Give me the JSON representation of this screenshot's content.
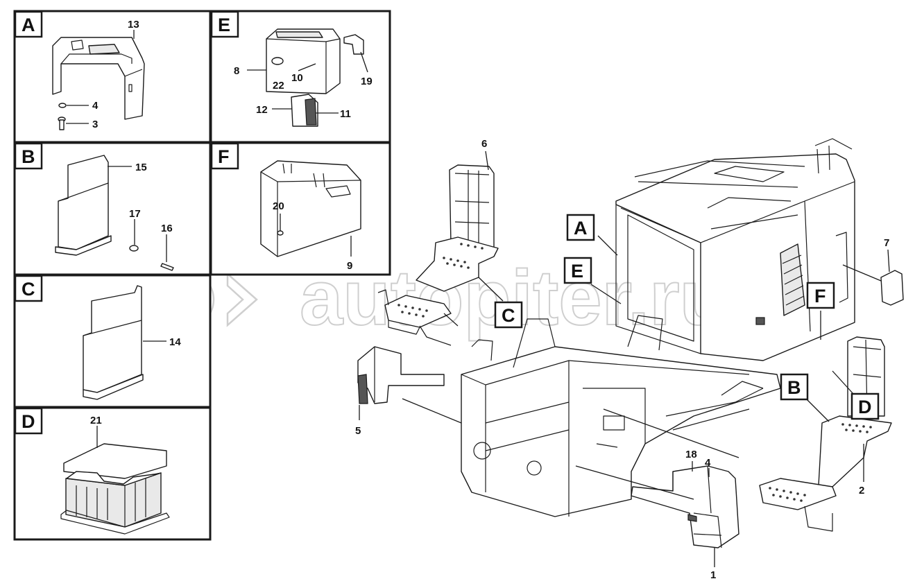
{
  "watermark": {
    "text": "autopiter.ru"
  },
  "panels": {
    "A": {
      "letter": "A",
      "callouts": [
        "13",
        "4",
        "3"
      ]
    },
    "E": {
      "letter": "E",
      "callouts": [
        "8",
        "22",
        "10",
        "19",
        "12",
        "11"
      ]
    },
    "B": {
      "letter": "B",
      "callouts": [
        "15",
        "17",
        "16"
      ]
    },
    "F": {
      "letter": "F",
      "callouts": [
        "20",
        "9"
      ]
    },
    "C": {
      "letter": "C",
      "callouts": [
        "14"
      ]
    },
    "D": {
      "letter": "D",
      "callouts": [
        "21"
      ]
    }
  },
  "main_view": {
    "view_markers": [
      "A",
      "E",
      "C",
      "F",
      "B",
      "D"
    ],
    "callouts": [
      "6",
      "7",
      "5",
      "18",
      "4",
      "2",
      "1"
    ]
  }
}
